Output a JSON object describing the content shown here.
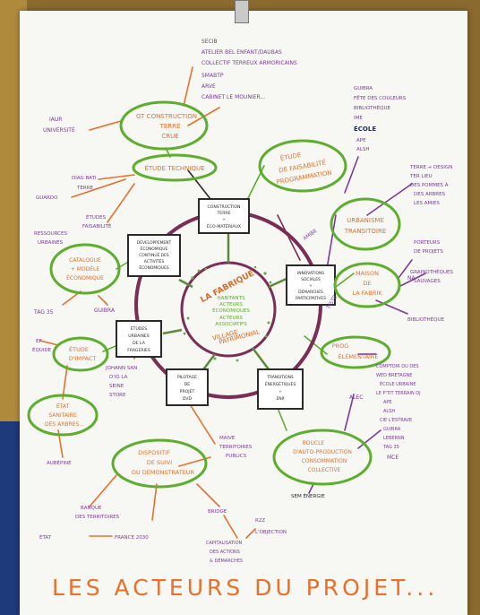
{
  "title": "LES ACTEURS DU PROJET...",
  "center": {
    "lines": [
      "LA FABRIQUE",
      "HABITANTS",
      "ACTEURS",
      "ÉCONOMIQUES",
      "ACTEURS",
      "ASSOCIATIFS",
      "VILLAGE",
      "PATRIMONIAL"
    ]
  },
  "boxes": [
    {
      "lines": [
        "CONSTRUCTION",
        "TERRE",
        "+",
        "ÉCO-MATÉRIAUX"
      ]
    },
    {
      "lines": [
        "DÉVELOPPEMENT",
        "ÉCONOMIQUE",
        "CONTINUÉ DES",
        "ACTIVITÉS",
        "ÉCONOMIQUES"
      ]
    },
    {
      "lines": [
        "INNOVATIONS",
        "SOCIALES",
        "+",
        "DÉMARCHES",
        "PARTICIPATIVES"
      ]
    },
    {
      "lines": [
        "ÉTUDES",
        "URBAINES",
        "DE LA",
        "FRAGERIES"
      ]
    },
    {
      "lines": [
        "PILOTAGE",
        "DE",
        "PROJET",
        "DVD"
      ]
    },
    {
      "lines": [
        "TRANSITIONS",
        "ÉNERGÉTIQUES",
        "+",
        "ENR"
      ]
    }
  ],
  "ovals": [
    {
      "lines": [
        "GT CONSTRUCTION",
        "TERRE",
        "CRUE"
      ]
    },
    {
      "lines": [
        "ÉTUDE TECHNIQUE"
      ]
    },
    {
      "lines": [
        "ÉTUDE",
        "DE FAISABILITÉ",
        "PROGRAMMATION"
      ]
    },
    {
      "lines": [
        "CATALOGUE",
        "+ MODÈLE",
        "ÉCONOMIQUE"
      ]
    },
    {
      "lines": [
        "URBANISME",
        "TRANSITOIRE"
      ]
    },
    {
      "lines": [
        "MAISON",
        "DE",
        "LA FABRIK"
      ]
    },
    {
      "lines": [
        "ÉTUDE",
        "D'IMPACT"
      ]
    },
    {
      "lines": [
        "PROG",
        "ÉLÉMENTAIRE"
      ]
    },
    {
      "lines": [
        "ÉTAT",
        "SANITAIRE",
        "DES ARBRES..."
      ]
    },
    {
      "lines": [
        "DISPOSITIF",
        "DE SUIVI",
        "DU DÉMONSTRATEUR"
      ]
    },
    {
      "lines": [
        "BOUCLE",
        "D'AUTO-PRODUCTION",
        "CONSOMMATION",
        "COLLECTIVE"
      ]
    }
  ],
  "notes": [
    {
      "lines": [
        "SECIB",
        "ATELIER BEL ENFANT/DAUBAS",
        "COLLECTIF TERREUX ARMORICAINS",
        "SMABTP",
        "ARVE",
        "CABINET LE MOUNIER..."
      ]
    },
    {
      "lines": [
        "IAUR",
        "UNIVERSITÉ"
      ]
    },
    {
      "lines": [
        "GUIBRA",
        "FÊTE DES COULEURS",
        "BIBLIOTHÈQUE",
        "IME",
        "ÉCOLE",
        "APE",
        "ALSH"
      ]
    },
    {
      "lines": [
        "DIAG BATI",
        "TERRE"
      ]
    },
    {
      "lines": [
        "GUARDO"
      ]
    },
    {
      "lines": [
        "ÉTUDES",
        "FAISABILITÉ"
      ]
    },
    {
      "lines": [
        "RESSOURCES",
        "URBAINES"
      ]
    },
    {
      "lines": [
        "TERRE + DESIGN",
        "TER LIEU",
        "DES POMMES À",
        "DES ARBRES",
        "LES AMIES"
      ]
    },
    {
      "lines": [
        "AMIBE"
      ]
    },
    {
      "lines": [
        "PORTEURS",
        "DE PROJETS"
      ]
    },
    {
      "lines": [
        "GRAINOTHÈQUES",
        "SAUVAGES"
      ]
    },
    {
      "lines": [
        "NA"
      ]
    },
    {
      "lines": [
        "TAG 35"
      ]
    },
    {
      "lines": [
        "GUIBRA"
      ]
    },
    {
      "lines": [
        "TISTE"
      ]
    },
    {
      "lines": [
        "BIBLIOTHÈQUE"
      ]
    },
    {
      "lines": [
        "EF",
        "ÉQUIDE"
      ]
    },
    {
      "lines": [
        "JOHANN SAN",
        "D'IG LA",
        "SEINE",
        "STORE"
      ]
    },
    {
      "lines": [
        "COMPTOIR DU DES",
        "WED BRETAGNE",
        "ÉCOLE URBAINE",
        "LE P'TIT TERRAIN DJ",
        "APE",
        "ALSH",
        "CIE L'ESTRAVE",
        "GUIBRA",
        "LEBERNN",
        "TAG 35",
        "MCE"
      ]
    },
    {
      "lines": [
        "ALEC"
      ]
    },
    {
      "lines": [
        "AUBÉPINE"
      ]
    },
    {
      "lines": [
        "MAIVE",
        "TERRITOIRES",
        "PUBLICS"
      ]
    },
    {
      "lines": [
        "SEM ÉNERGIE"
      ]
    },
    {
      "lines": [
        "BANQUE",
        "DES TERRITOIRES"
      ]
    },
    {
      "lines": [
        "BRIDGE"
      ]
    },
    {
      "lines": [
        "R2Z",
        "L'OBJECTION"
      ]
    },
    {
      "lines": [
        "ÉTAT",
        "FRANCE 2030"
      ]
    },
    {
      "lines": [
        "CAPITALISATION",
        "DES ACTIONS",
        "& DÉMARCHES"
      ]
    }
  ],
  "colors": {
    "purple": "#7d3a9c",
    "green": "#5cae2c",
    "orange": "#e8702a",
    "ring": "#7a2e55",
    "dark": "#2a2a2a"
  }
}
